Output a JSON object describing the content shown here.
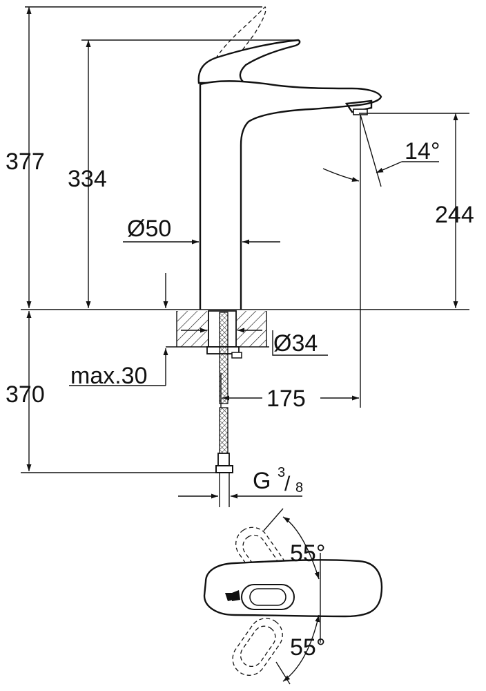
{
  "dimensions": {
    "height_total": "377",
    "height_lever": "334",
    "spout_height": "244",
    "body_diameter": "Ø50",
    "hole_diameter": "Ø34",
    "deck_thickness": "max.30",
    "hose_length": "370",
    "projection": "175",
    "thread_letter": "G",
    "thread_num": "3",
    "thread_den": "8",
    "spout_angle": "14°",
    "lever_angle_top": "55°",
    "lever_angle_bottom": "55°"
  },
  "colors": {
    "line": "#111111",
    "background": "#ffffff"
  }
}
